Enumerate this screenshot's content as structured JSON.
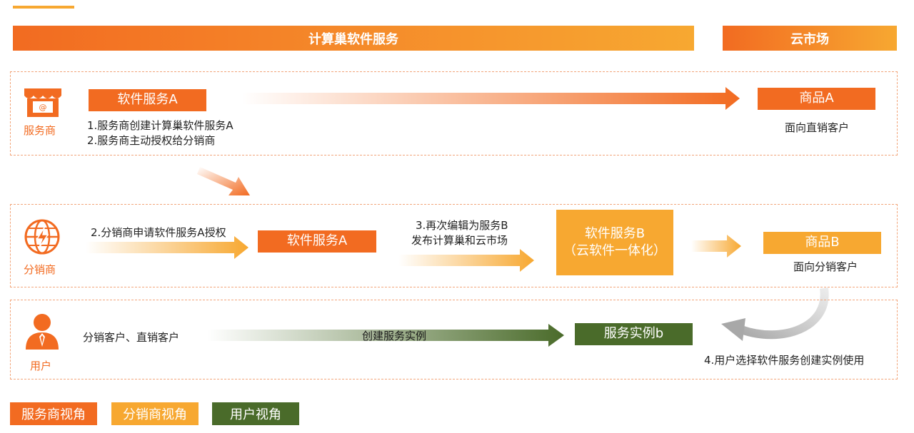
{
  "header": {
    "left_title": "计算巢软件服务",
    "right_title": "云市场"
  },
  "provider_row": {
    "role": "服务商",
    "service_tag": "软件服务A",
    "steps": [
      "1.服务商创建计算巢软件服务A",
      "2.服务商主动授权给分销商"
    ],
    "product_tag": "商品A",
    "product_caption": "面向直销客户"
  },
  "distributor_row": {
    "role": "分销商",
    "apply_text": "2.分销商申请软件服务A授权",
    "service_tag": "软件服务A",
    "edit_text_line1": "3.再次编辑为服务B",
    "edit_text_line2": "发布计算巢和云市场",
    "service_b_line1": "软件服务B",
    "service_b_line2": "（云软件一体化）",
    "product_tag": "商品B",
    "product_caption": "面向分销客户"
  },
  "user_row": {
    "role": "用户",
    "customers_text": "分销客户、直销客户",
    "arrow_label": "创建服务实例",
    "instance_tag": "服务实例b",
    "step4_text": "4.用户选择软件服务创建实例使用"
  },
  "legend": {
    "provider": "服务商视角",
    "distributor": "分销商视角",
    "user": "用户视角"
  },
  "colors": {
    "orange": "#f26b21",
    "amber": "#f7a831",
    "green": "#4a6b2a",
    "dashed_border": "#f2a57a"
  },
  "icons": [
    "shop-icon",
    "globe-icon",
    "user-icon"
  ]
}
